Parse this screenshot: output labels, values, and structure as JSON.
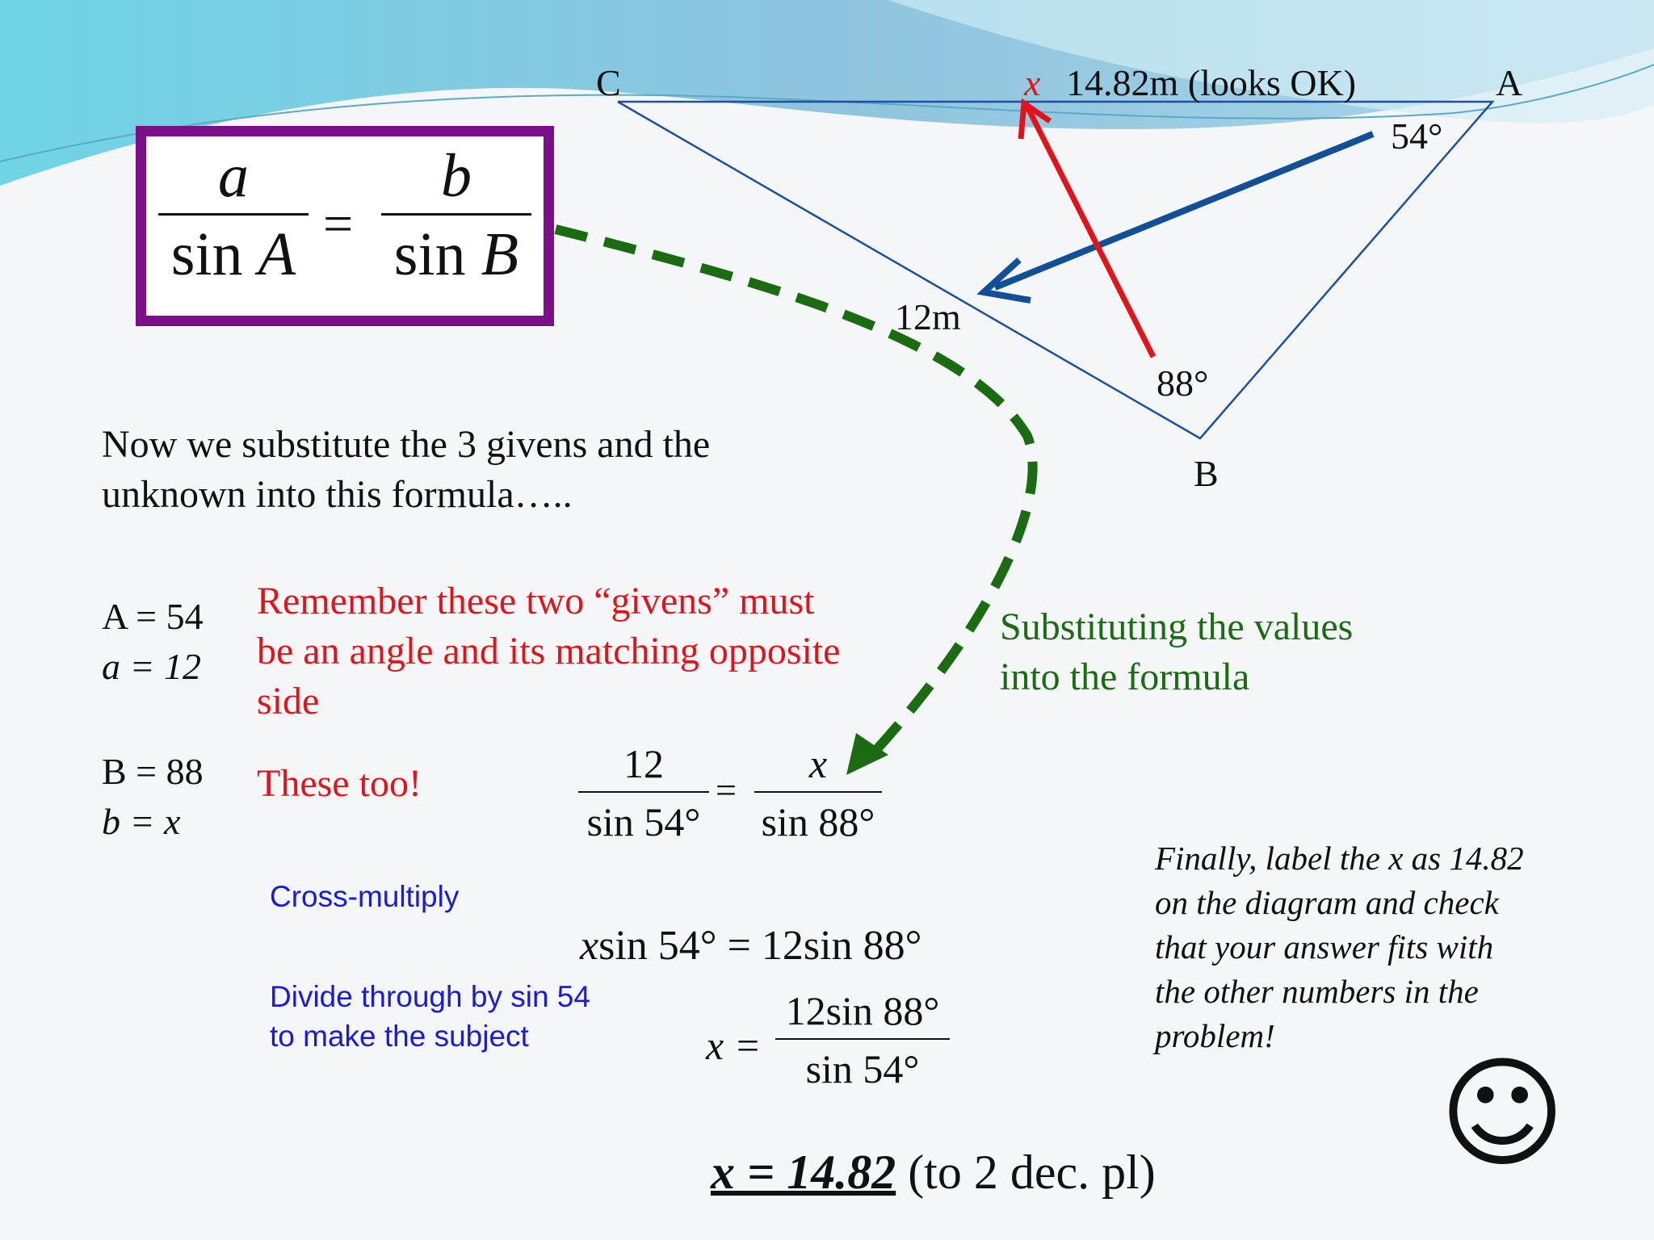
{
  "triangle": {
    "vertex_c": "C",
    "vertex_a": "A",
    "vertex_b": "B",
    "x_label": "x",
    "side_ca_label": "14.82m (looks OK)",
    "angle_a": "54°",
    "side_cb_label": "12m",
    "angle_b": "88°"
  },
  "formula": {
    "num_left": "a",
    "den_left_fn": "sin",
    "den_left_var": "A",
    "equals": "=",
    "num_right": "b",
    "den_right_fn": "sin",
    "den_right_var": "B"
  },
  "intro": {
    "line1": "Now we substitute the 3 givens and the",
    "line2": "unknown into this formula….."
  },
  "givens": {
    "A": "A = 54",
    "a": "a = 12",
    "B": "B = 88",
    "b": "b = x"
  },
  "reminders": {
    "first_line1": "Remember these two “givens” must",
    "first_line2": "be an angle and its matching opposite",
    "first_line3": "side",
    "second": "These too!"
  },
  "substituting": {
    "line1": "Substituting the values",
    "line2": "into the formula"
  },
  "substituted_eq": {
    "num_left": "12",
    "den_left": "sin 54°",
    "equals": "=",
    "num_right": "x",
    "den_right": "sin 88°"
  },
  "steps": {
    "cross_multiply": "Cross-multiply",
    "divide_line1": "Divide through by sin 54",
    "divide_line2": "to make the subject"
  },
  "cross_eq": {
    "x": "x",
    "left": "sin 54°",
    "equals": "=",
    "right": "12sin 88°"
  },
  "divide_eq": {
    "lhs": "x =",
    "num": "12sin 88°",
    "den": "sin 54°"
  },
  "answer": {
    "main": "x = 14.82",
    "suffix": "(to 2 dec. pl)"
  },
  "final_note": {
    "line1": "Finally, label the x as 14.82",
    "line2": "on the diagram and check",
    "line3": "that your answer fits with",
    "line4": "the other numbers in  the",
    "line5": "problem!"
  },
  "smiley": "☺",
  "colors": {
    "formula_border": "#7b0f87",
    "red": "#e2141b",
    "green": "#1a6b12",
    "blue_step": "#1a1adb",
    "blue_arrow": "#134f96",
    "triangle_line": "#1f4f9e"
  }
}
